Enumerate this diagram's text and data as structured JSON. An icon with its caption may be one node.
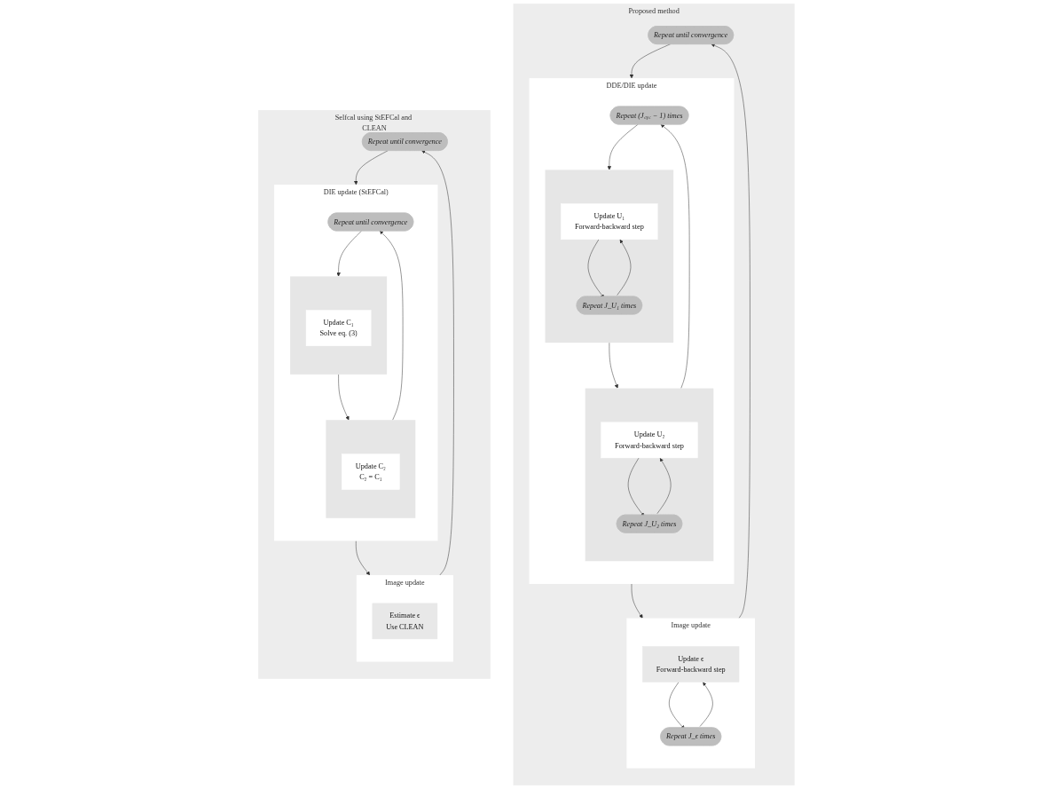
{
  "diagram": {
    "nodes": [
      {
        "text": [
          "Proposed method"
        ]
      },
      {
        "text": [
          "Repeat until convergence"
        ],
        "in": 0
      },
      {
        "text": [
          "DDE/DIE update"
        ],
        "in": 0
      },
      {
        "text": [
          "Repeat (J꜀ᵧ꜀ − 1) times"
        ],
        "in": 2
      },
      {
        "text": [],
        "shape": "box",
        "in": 2
      },
      {
        "text": [
          "Update U₁",
          "Forward-backward step"
        ],
        "in": 4
      },
      {
        "text": [
          "Repeat J_U₁ times"
        ],
        "in": 4
      },
      {
        "text": [],
        "shape": "box",
        "in": 2
      },
      {
        "text": [
          "Update U₂",
          "Forward-backward step"
        ],
        "in": 7
      },
      {
        "text": [
          "Repeat J_U₂ times"
        ],
        "in": 7
      },
      {
        "text": [
          "Image update"
        ],
        "in": 0
      },
      {
        "text": [
          "Update ϵ",
          "Forward-backward step"
        ],
        "in": 10
      },
      {
        "text": [
          "Repeat J_ϵ times"
        ],
        "in": 10
      },
      {
        "text": [
          "Selfcal using StEFCal and CLEAN"
        ]
      },
      {
        "text": [
          "Repeat until convergence"
        ],
        "in": 13
      },
      {
        "text": [
          "DIE update (StEFCal)"
        ],
        "in": 13
      },
      {
        "text": [
          "Repeat until convergence"
        ],
        "in": 15
      },
      {
        "text": [],
        "shape": "box",
        "in": 15
      },
      {
        "text": [
          "Update C₁",
          "Solve eq. (3)"
        ],
        "in": 17
      },
      {
        "text": [],
        "shape": "box",
        "in": 15
      },
      {
        "text": [
          "Update C₂",
          "C₂ = C₁"
        ],
        "in": 19
      },
      {
        "text": [
          "Image update"
        ],
        "in": 13
      },
      {
        "text": [
          "Estimate ϵ",
          "Use CLEAN"
        ],
        "in": 21
      }
    ],
    "edges": [
      {
        "from": 1,
        "to": 2,
        "arrow": "to"
      },
      {
        "from": 3,
        "to": 4,
        "arrow": "to"
      },
      {
        "from": 6,
        "to": 5,
        "arrow": "to"
      },
      {
        "from": 5,
        "to": 6,
        "arrow": "to"
      },
      {
        "from": 4,
        "to": 7,
        "arrow": "to"
      },
      {
        "from": 9,
        "to": 8,
        "arrow": "to"
      },
      {
        "from": 8,
        "to": 9,
        "arrow": "to"
      },
      {
        "from": 7,
        "to": 3,
        "arrow": "to"
      },
      {
        "from": 2,
        "to": 10,
        "arrow": "to"
      },
      {
        "from": 12,
        "to": 11,
        "arrow": "to"
      },
      {
        "from": 11,
        "to": 12,
        "arrow": "to"
      },
      {
        "from": 10,
        "to": 1,
        "arrow": "to"
      },
      {
        "from": 14,
        "to": 15,
        "arrow": "to"
      },
      {
        "from": 16,
        "to": 17,
        "arrow": "to"
      },
      {
        "from": 17,
        "to": 19,
        "arrow": "to"
      },
      {
        "from": 19,
        "to": 16,
        "arrow": "to"
      },
      {
        "from": 15,
        "to": 21,
        "arrow": "to"
      },
      {
        "from": 21,
        "to": 14,
        "arrow": "to"
      }
    ]
  }
}
